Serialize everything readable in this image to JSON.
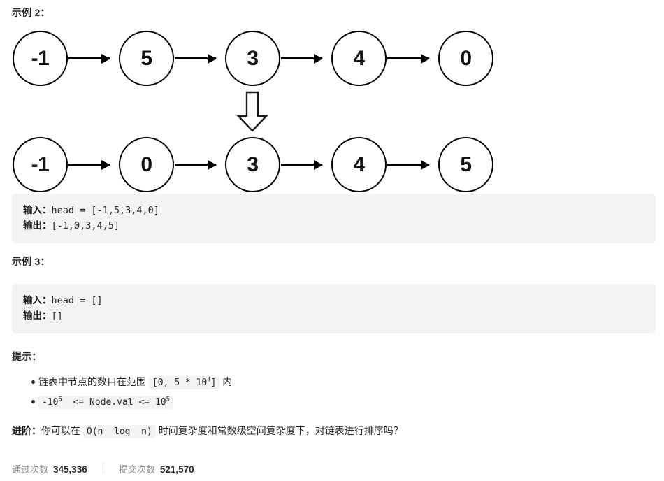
{
  "examples": [
    {
      "heading": "示例 2：",
      "input_label": "输入：",
      "input_value": "head = [-1,5,3,4,0]",
      "output_label": "输出：",
      "output_value": "[-1,0,3,4,5]"
    },
    {
      "heading": "示例 3：",
      "input_label": "输入：",
      "input_value": "head = []",
      "output_label": "输出：",
      "output_value": "[]"
    }
  ],
  "diagram": {
    "top_row": [
      "-1",
      "5",
      "3",
      "4",
      "0"
    ],
    "bottom_row": [
      "-1",
      "0",
      "3",
      "4",
      "5"
    ],
    "transform_icon": "down-block-arrow-icon"
  },
  "hints": {
    "heading": "提示：",
    "items": [
      {
        "text_before": "链表中节点的数目在范围 ",
        "code_prefix": "[0, 5 * 10",
        "code_sup": "4",
        "code_suffix": "]",
        "text_after": " 内"
      },
      {
        "text_before": "",
        "code_prefix": "-10",
        "code_sup": "5",
        "code_mid": "  <= Node.val <= 10",
        "code_sup2": "5",
        "code_suffix": "",
        "text_after": ""
      }
    ]
  },
  "advanced": {
    "label": "进阶：",
    "text_before": "你可以在 ",
    "code": "O(n  log  n)",
    "text_after": " 时间复杂度和常数级空间复杂度下，对链表进行排序吗？"
  },
  "stats": {
    "accepted_label": "通过次数",
    "accepted_value": "345,336",
    "submissions_label": "提交次数",
    "submissions_value": "521,570"
  },
  "colors": {
    "code_bg": "#f2f3f5",
    "text": "#262626",
    "muted": "#8c8c8c",
    "stroke": "#000000"
  }
}
